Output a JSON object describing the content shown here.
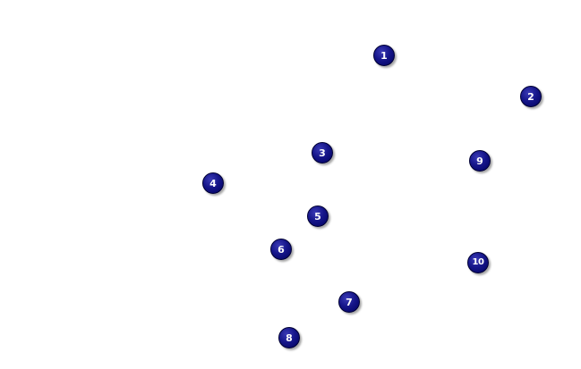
{
  "markers": [
    {
      "id": "1",
      "label": "1"
    },
    {
      "id": "2",
      "label": "2"
    },
    {
      "id": "3",
      "label": "3"
    },
    {
      "id": "4",
      "label": "4"
    },
    {
      "id": "5",
      "label": "5"
    },
    {
      "id": "6",
      "label": "6"
    },
    {
      "id": "7",
      "label": "7"
    },
    {
      "id": "8",
      "label": "8"
    },
    {
      "id": "9",
      "label": "9"
    },
    {
      "id": "10",
      "label": "10"
    }
  ],
  "colors": {
    "background": "#ffffff",
    "marker_fill": "#16168a",
    "marker_label": "#ffffff"
  }
}
